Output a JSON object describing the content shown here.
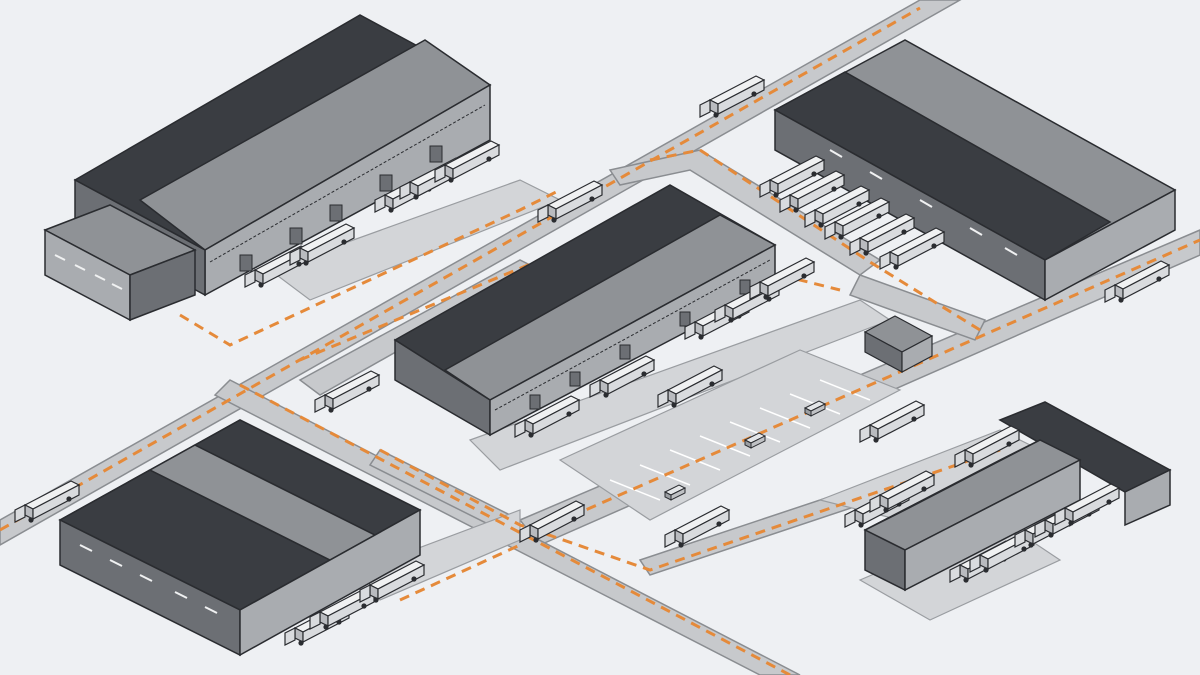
{
  "scene": {
    "kind": "isometric logistics campus illustration",
    "colors": {
      "background": "#eef0f3",
      "road": "#c7c9cc",
      "road_edge": "#8a8d91",
      "lot": "#d3d5d8",
      "roof_dark": "#3a3d42",
      "roof_light": "#8f9296",
      "wall": "#a9acb0",
      "wall_dark": "#6c6f74",
      "route": "#e58a3a",
      "truck_cab": "#d9dbde",
      "trailer": "#f0f1f2",
      "outline": "#2a2c30"
    },
    "route_style": "dashed",
    "elements": {
      "warehouses": 5,
      "guard_booth": 1,
      "trucks_on_roads": 9,
      "cars_in_parking": 3
    }
  }
}
